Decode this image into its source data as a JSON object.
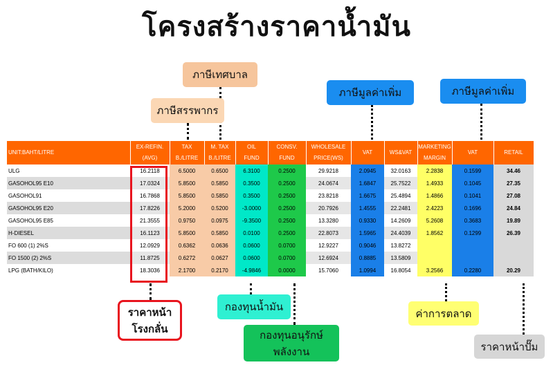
{
  "title": "โครงสร้างราคาน้ำมัน",
  "table": {
    "headers": [
      {
        "l1": "UNIT:BAHT/LITRE",
        "l2": ""
      },
      {
        "l1": "EX-REFIN.",
        "l2": "(AVG)"
      },
      {
        "l1": "TAX",
        "l2": "B./LITRE"
      },
      {
        "l1": "M. TAX",
        "l2": "B./LITRE"
      },
      {
        "l1": "OIL",
        "l2": "FUND"
      },
      {
        "l1": "CONSV.",
        "l2": "FUND"
      },
      {
        "l1": "WHOLESALE",
        "l2": "PRICE(WS)"
      },
      {
        "l1": "VAT",
        "l2": ""
      },
      {
        "l1": "WS&VAT",
        "l2": ""
      },
      {
        "l1": "MARKETING",
        "l2": "MARGIN"
      },
      {
        "l1": "VAT",
        "l2": ""
      },
      {
        "l1": "RETAIL",
        "l2": ""
      }
    ],
    "rows": [
      [
        "ULG",
        "16.2118",
        "6.5000",
        "0.6500",
        "6.3100",
        "0.2500",
        "29.9218",
        "2.0945",
        "32.0163",
        "2.2838",
        "0.1599",
        "34.46"
      ],
      [
        "GASOHOL95 E10",
        "17.0324",
        "5.8500",
        "0.5850",
        "0.3500",
        "0.2500",
        "24.0674",
        "1.6847",
        "25.7522",
        "1.4933",
        "0.1045",
        "27.35"
      ],
      [
        "GASOHOL91",
        "16.7868",
        "5.8500",
        "0.5850",
        "0.3500",
        "0.2500",
        "23.8218",
        "1.6675",
        "25.4894",
        "1.4866",
        "0.1041",
        "27.08"
      ],
      [
        "GASOHOL95 E20",
        "17.8226",
        "5.2000",
        "0.5200",
        "-3.0000",
        "0.2500",
        "20.7926",
        "1.4555",
        "22.2481",
        "2.4223",
        "0.1696",
        "24.84"
      ],
      [
        "GASOHOL95 E85",
        "21.3555",
        "0.9750",
        "0.0975",
        "-9.3500",
        "0.2500",
        "13.3280",
        "0.9330",
        "14.2609",
        "5.2608",
        "0.3683",
        "19.89"
      ],
      [
        "H-DIESEL",
        "16.1123",
        "5.8500",
        "0.5850",
        "0.0100",
        "0.2500",
        "22.8073",
        "1.5965",
        "24.4039",
        "1.8562",
        "0.1299",
        "26.39"
      ],
      [
        "FO 600 (1) 2%S",
        "12.0929",
        "0.6362",
        "0.0636",
        "0.0600",
        "0.0700",
        "12.9227",
        "0.9046",
        "13.8272",
        "",
        "",
        ""
      ],
      [
        "FO 1500 (2) 2%S",
        "11.8725",
        "0.6272",
        "0.0627",
        "0.0600",
        "0.0700",
        "12.6924",
        "0.8885",
        "13.5809",
        "",
        "",
        ""
      ],
      [
        "LPG (BATH/KILO)",
        "18.3036",
        "2.1700",
        "0.2170",
        "-4.9846",
        "0.0000",
        "15.7060",
        "1.0994",
        "16.8054",
        "3.2566",
        "0.2280",
        "20.29"
      ]
    ]
  },
  "labels": {
    "municipal_tax": "ภาษีเทศบาล",
    "excise_tax": "ภาษีสรรพากร",
    "vat1": "ภาษีมูลค่าเพิ่ม",
    "vat2": "ภาษีมูลค่าเพิ่ม",
    "refinery_l1": "ราคาหน้า",
    "refinery_l2": "โรงกลั่น",
    "oil_fund": "กองทุนน้ำมัน",
    "consv_l1": "กองทุนอนุรักษ์",
    "consv_l2": "พลังงาน",
    "marketing": "ค่าการตลาด",
    "retail": "ราคาหน้าปั๊ม"
  },
  "colors": {
    "header": "#ff6600",
    "refinery_box": "#e8141e",
    "tax": "#f8cba7",
    "oil_fund": "#00e8c8",
    "consv_fund": "#1ec94a",
    "vat": "#1a7fe8",
    "marketing": "#ffff66",
    "retail": "#d9d9d9"
  }
}
